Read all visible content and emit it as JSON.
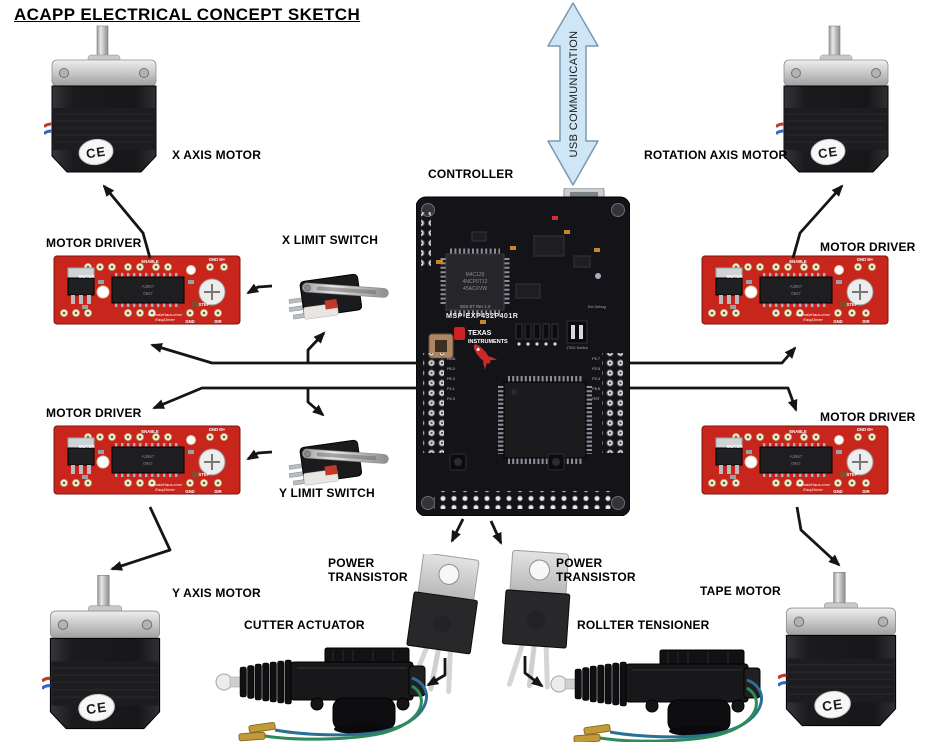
{
  "title": "ACAPP ELECTRICAL CONCEPT SKETCH",
  "usb": {
    "label": "USB COMMUNICATION"
  },
  "labels": {
    "controller": "CONTROLLER",
    "x_axis_motor": "X AXIS MOTOR",
    "rotation_axis_motor": "ROTATION AXIS MOTOR",
    "y_axis_motor": "Y AXIS MOTOR",
    "tape_motor": "TAPE MOTOR",
    "motor_driver": "MOTOR DRIVER",
    "x_limit_switch": "X LIMIT SWITCH",
    "y_limit_switch": "Y LIMIT SWITCH",
    "power_transistor": "POWER\nTRANSISTOR",
    "cutter_actuator": "CUTTER ACTUATOR",
    "rollter_tensioner": "ROLLTER TENSIONER"
  },
  "board": {
    "name": "MSP-EXP432P401R",
    "brand_line1": "TEXAS",
    "brand_line2": "INSTRUMENTS",
    "xds_label": "XDS-ET Rev 1.0",
    "ext_debug": "Ext Debug",
    "jtag_label": "JTAG Switch",
    "chip_lines": [
      "M4C129",
      "4NCP0T12",
      "45ACXVW"
    ],
    "left_pins": [
      "GND",
      "P6.0",
      "P6.3",
      "P4.1",
      "P4.3"
    ],
    "right_pins": [
      "P2.7",
      "P2.5",
      "P2.4",
      "P5.6",
      "RST"
    ]
  },
  "driver_silk": {
    "motor": "MOTOR",
    "enable": "ENABLE",
    "pwr": "GND M+",
    "step": "STEP",
    "gnd": "GND",
    "dir": "DIR",
    "brand1": "SchmalzHaus.com/",
    "brand2": "EasyDriver",
    "chip1": "A3967",
    "chip2": "0947"
  },
  "motor": {
    "ce": "CE"
  },
  "colors": {
    "background": "#ffffff",
    "usb_arrow_fill": "#cfe6f7",
    "usb_arrow_stroke": "#7d97ad",
    "driver_board": "#c8251d",
    "controller_board": "#141418",
    "arrow": "#151515",
    "label": "#000000"
  }
}
